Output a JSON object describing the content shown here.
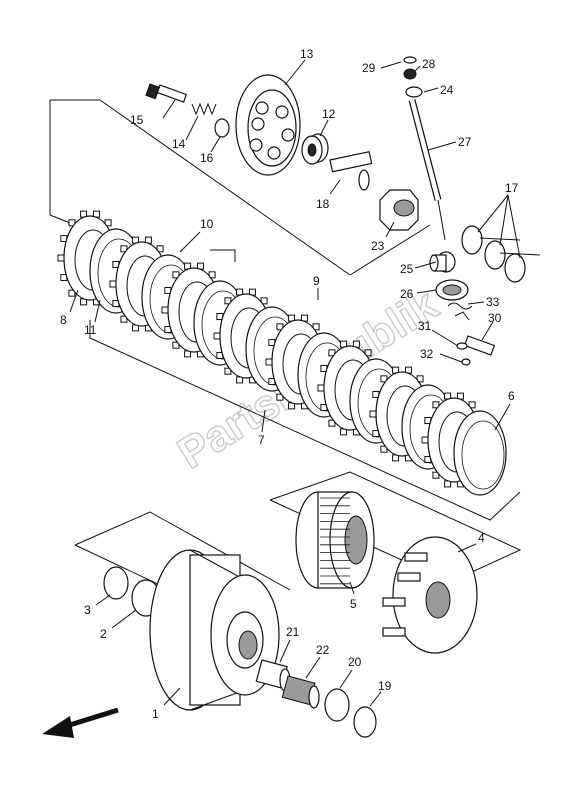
{
  "watermark": "PartsRepublik",
  "callouts": [
    "1",
    "2",
    "3",
    "4",
    "5",
    "6",
    "7",
    "8",
    "9",
    "10",
    "11",
    "12",
    "13",
    "14",
    "15",
    "16",
    "17",
    "18",
    "19",
    "20",
    "21",
    "22",
    "23",
    "24",
    "25",
    "26",
    "27",
    "28",
    "29",
    "30",
    "31",
    "32",
    "33"
  ],
  "icons": {
    "direction_arrow": "front-direction-arrow-icon"
  }
}
